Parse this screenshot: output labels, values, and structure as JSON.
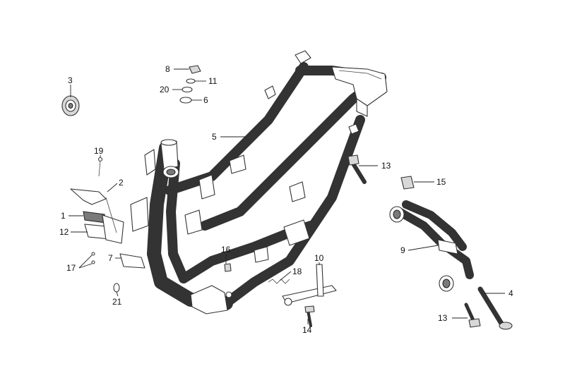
{
  "callouts": [
    {
      "id": "c1",
      "label": "1"
    },
    {
      "id": "c2",
      "label": "2"
    },
    {
      "id": "c3",
      "label": "3"
    },
    {
      "id": "c4",
      "label": "4"
    },
    {
      "id": "c5",
      "label": "5"
    },
    {
      "id": "c6",
      "label": "6"
    },
    {
      "id": "c7",
      "label": "7"
    },
    {
      "id": "c8",
      "label": "8"
    },
    {
      "id": "c9",
      "label": "9"
    },
    {
      "id": "c10",
      "label": "10"
    },
    {
      "id": "c11",
      "label": "11"
    },
    {
      "id": "c12",
      "label": "12"
    },
    {
      "id": "c13a",
      "label": "13"
    },
    {
      "id": "c13b",
      "label": "13"
    },
    {
      "id": "c14",
      "label": "14"
    },
    {
      "id": "c15",
      "label": "15"
    },
    {
      "id": "c16",
      "label": "16"
    },
    {
      "id": "c17",
      "label": "17"
    },
    {
      "id": "c18",
      "label": "18"
    },
    {
      "id": "c19",
      "label": "19"
    },
    {
      "id": "c20",
      "label": "20"
    },
    {
      "id": "c21",
      "label": "21"
    }
  ]
}
